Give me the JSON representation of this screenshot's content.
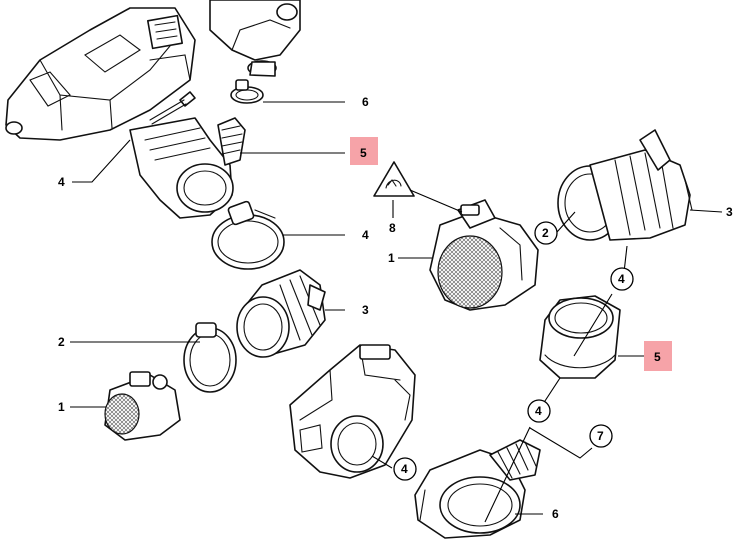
{
  "callouts": {
    "upper_left": {
      "hose_clamp": "6",
      "intake_boot": "5",
      "boot_flange": "4",
      "lower_clamp": "4",
      "connector": "3",
      "clamp_ring": "2",
      "air_mass_meter": "1"
    },
    "right_side": {
      "warning_symbol_part": "8",
      "air_mass_meter": "1",
      "boot_ring": "2",
      "intake_boot": "3",
      "seal_ring_upper": "4",
      "seal_insert": "5",
      "seal_ring_lower": "4",
      "throttle_seal": "4",
      "hose_connector": "7",
      "bellows_adapter": "6"
    }
  },
  "highlight_color": "#f6a3a8",
  "warning_symbol": "caution-triangle-icon"
}
